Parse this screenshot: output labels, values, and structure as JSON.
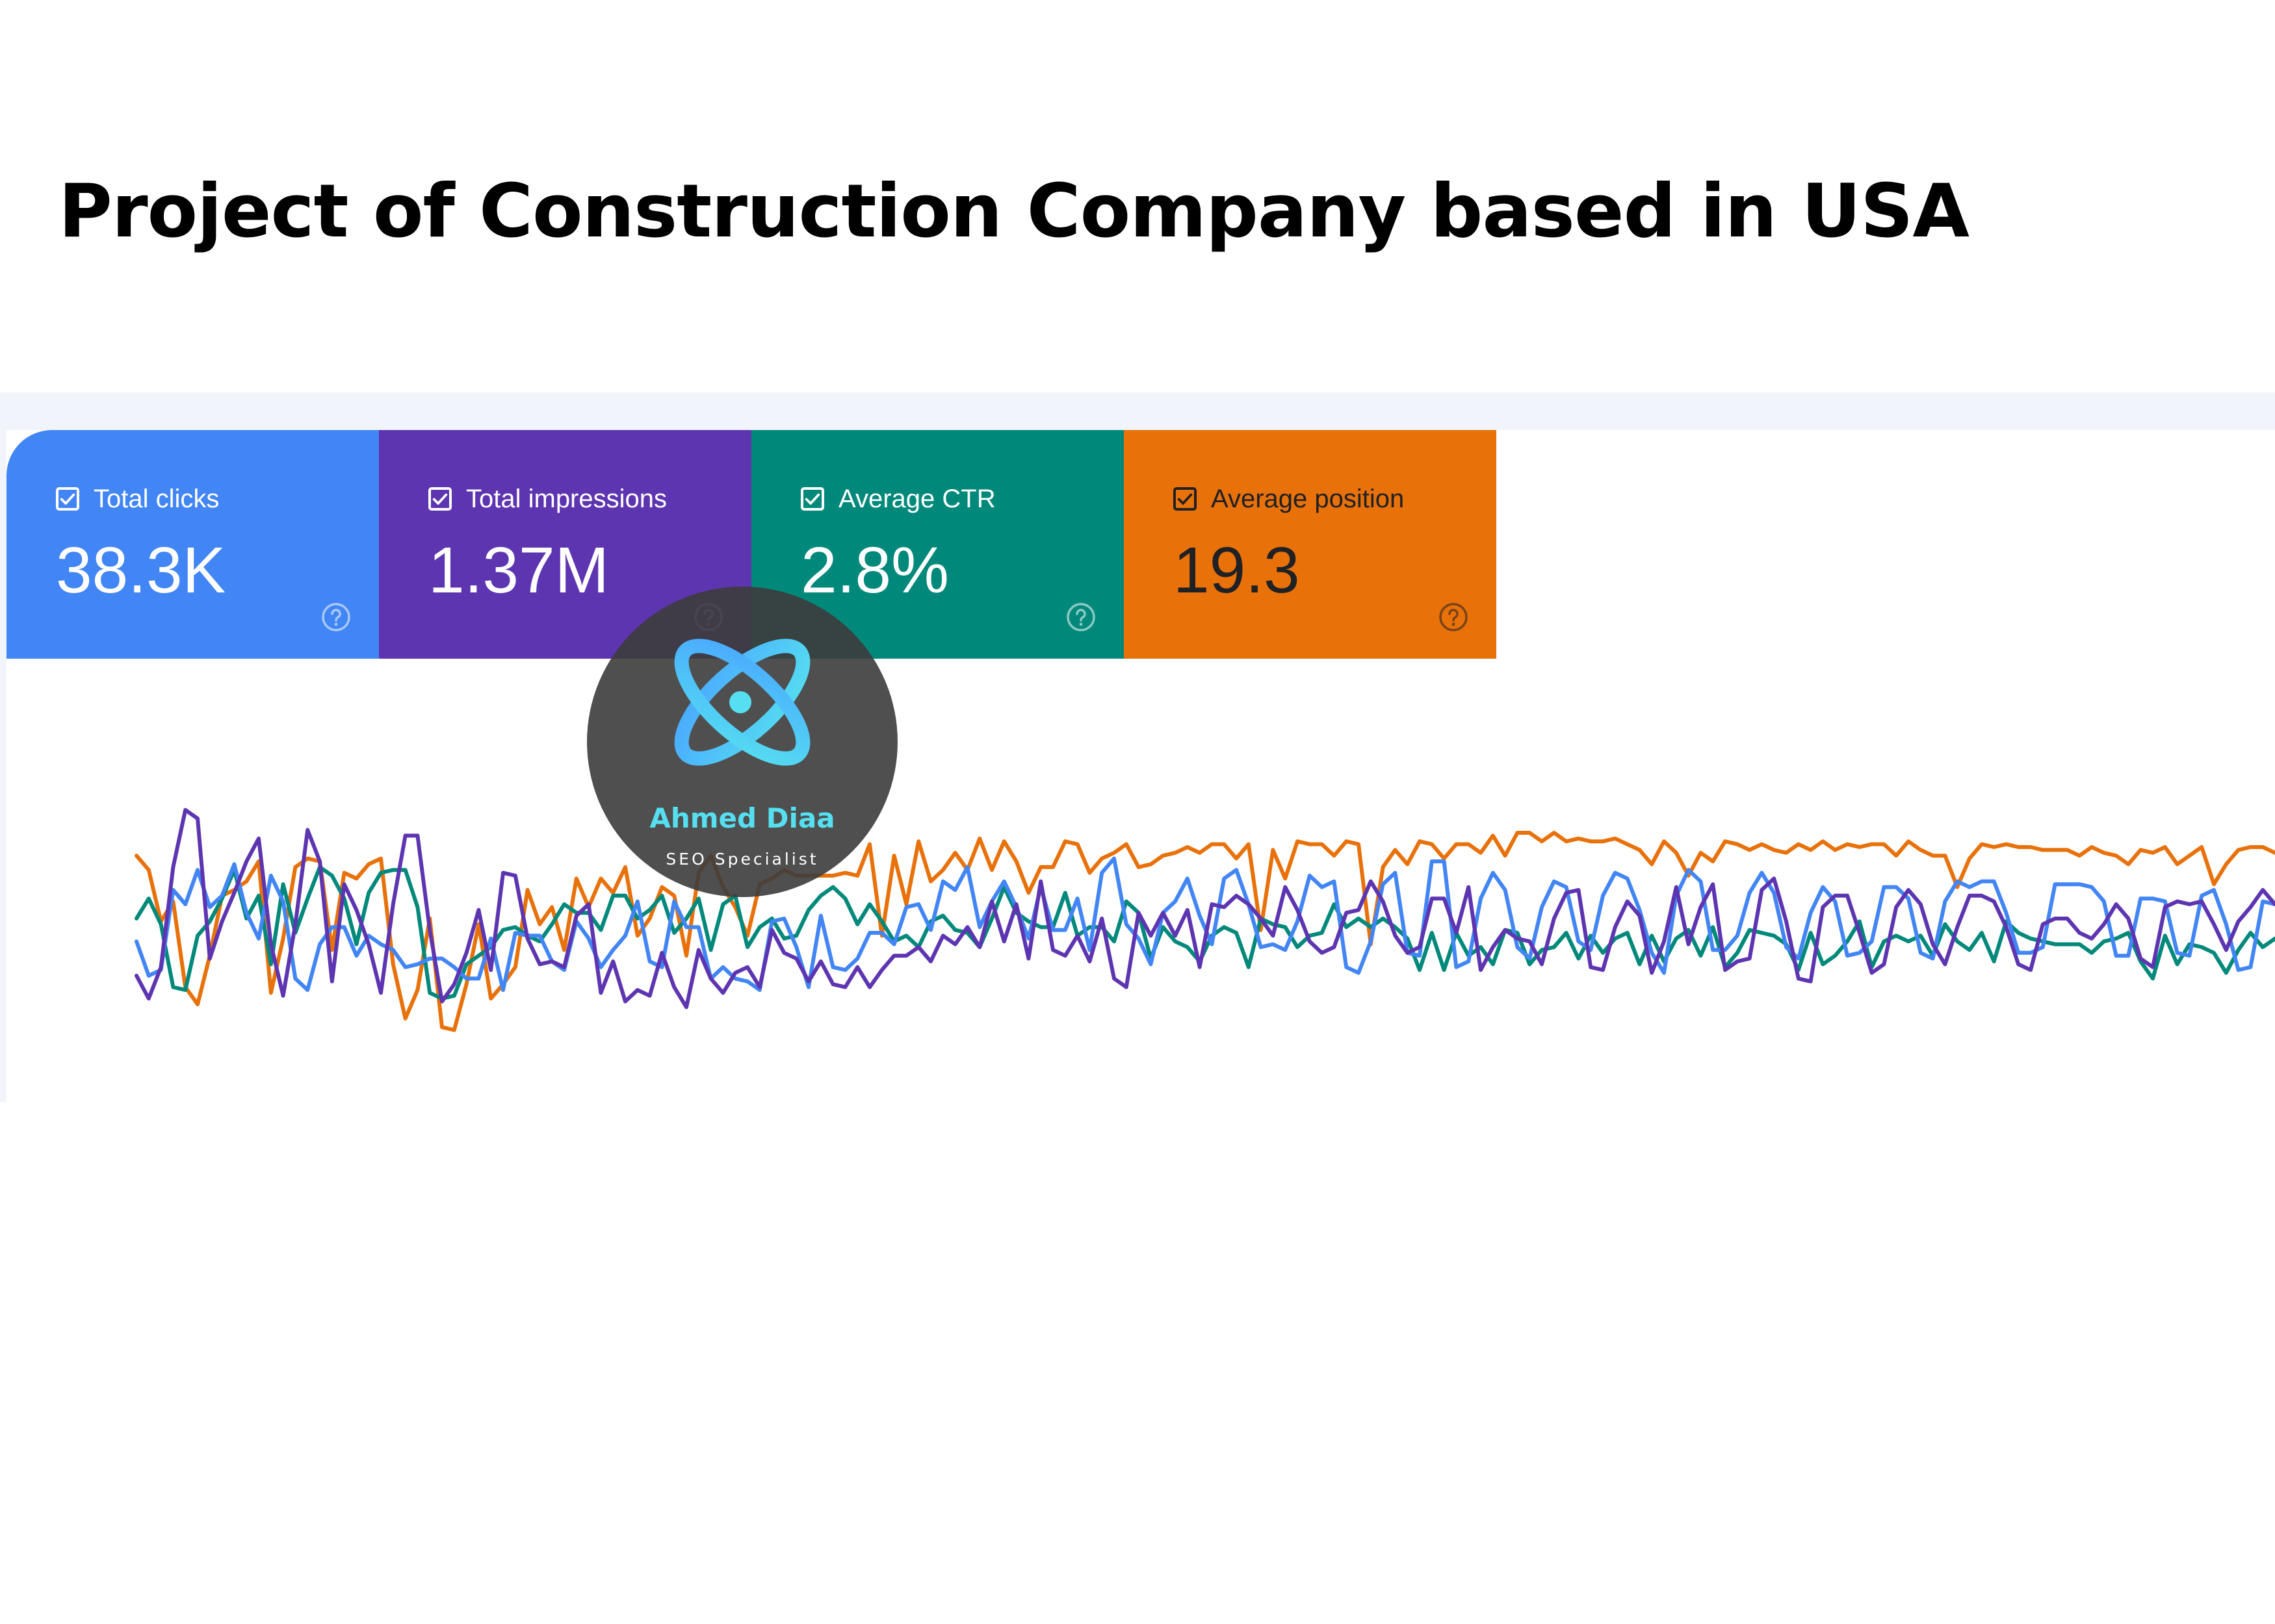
{
  "page": {
    "title": "Project of Construction Company based in USA"
  },
  "metrics": [
    {
      "label": "Total clicks",
      "value": "38.3K",
      "color": "#4285f4",
      "text_color": "#ffffff",
      "checked": true,
      "help_icon": "help-circle-icon"
    },
    {
      "label": "Total impressions",
      "value": "1.37M",
      "color": "#5e35b1",
      "text_color": "#ffffff",
      "checked": true,
      "help_icon": "help-circle-icon"
    },
    {
      "label": "Average CTR",
      "value": "2.8%",
      "color": "#00897b",
      "text_color": "#ffffff",
      "checked": true,
      "help_icon": "help-circle-icon"
    },
    {
      "label": "Average position",
      "value": "19.3",
      "color": "#e8710a",
      "text_color": "#202124",
      "checked": true,
      "help_icon": "help-circle-icon"
    }
  ],
  "watermark": {
    "name": "Ahmed Diaa",
    "role": "SEO Specialist",
    "icon": "orbit-logo-icon",
    "accent": "#55dff0"
  },
  "chart_data": {
    "type": "line",
    "title": "",
    "xlabel": "",
    "ylabel": "",
    "grid": false,
    "legend": "none",
    "x": "day index 0..175",
    "ylim": [
      0,
      100
    ],
    "series": [
      {
        "color": "#e8710a",
        "values": [
          62,
          57,
          39,
          46,
          16,
          10,
          27,
          48,
          50,
          53,
          60,
          14,
          33,
          58,
          61,
          60,
          29,
          56,
          54,
          59,
          61,
          24,
          5,
          15,
          40,
          2,
          1,
          17,
          38,
          12,
          17,
          23,
          50,
          38,
          44,
          29,
          54,
          44,
          54,
          49,
          58,
          34,
          40,
          51,
          48,
          27,
          56,
          62,
          51,
          44,
          34,
          52,
          54,
          57,
          55,
          55,
          55,
          55,
          56,
          55,
          66,
          34,
          62,
          45,
          67,
          53,
          57,
          63,
          57,
          68,
          57,
          67,
          60,
          49,
          58,
          58,
          67,
          66,
          56,
          61,
          63,
          66,
          58,
          59,
          62,
          63,
          65,
          63,
          66,
          66,
          61,
          66,
          36,
          64,
          54,
          67,
          66,
          66,
          62,
          67,
          66,
          31,
          58,
          64,
          59,
          67,
          66,
          61,
          66,
          66,
          63,
          69,
          62,
          70,
          70,
          67,
          70,
          67,
          68,
          67,
          67,
          68,
          66,
          64,
          59,
          67,
          63,
          55,
          63,
          60,
          67,
          66,
          64,
          66,
          64,
          63,
          66,
          64,
          67,
          64,
          66,
          65,
          66,
          66,
          62,
          67,
          64,
          62,
          62,
          51,
          61,
          66,
          65,
          66,
          65,
          65,
          64,
          64,
          64,
          62,
          65,
          63,
          62,
          59,
          64,
          63,
          65,
          59,
          62,
          65,
          52,
          59,
          64,
          65,
          65,
          63
        ]
      },
      {
        "color": "#00897b",
        "values": [
          40,
          47,
          38,
          16,
          15,
          34,
          39,
          47,
          57,
          40,
          48,
          24,
          52,
          35,
          47,
          58,
          55,
          47,
          31,
          49,
          56,
          57,
          57,
          44,
          14,
          12,
          13,
          24,
          27,
          30,
          36,
          37,
          34,
          32,
          38,
          45,
          42,
          42,
          36,
          48,
          48,
          40,
          43,
          48,
          35,
          40,
          47,
          29,
          45,
          48,
          30,
          37,
          40,
          33,
          34,
          43,
          48,
          51,
          47,
          38,
          45,
          39,
          32,
          34,
          30,
          39,
          41,
          36,
          35,
          30,
          40,
          51,
          42,
          39,
          37,
          37,
          49,
          34,
          37,
          37,
          32,
          46,
          42,
          26,
          37,
          32,
          30,
          25,
          34,
          37,
          35,
          23,
          40,
          38,
          37,
          30,
          34,
          35,
          45,
          37,
          40,
          37,
          40,
          37,
          33,
          22,
          35,
          22,
          35,
          27,
          30,
          24,
          36,
          35,
          24,
          29,
          30,
          35,
          26,
          34,
          28,
          33,
          35,
          24,
          34,
          25,
          33,
          36,
          27,
          37,
          23,
          28,
          36,
          35,
          34,
          31,
          22,
          35,
          24,
          27,
          32,
          39,
          23,
          32,
          34,
          32,
          34,
          27,
          38,
          32,
          29,
          35,
          25,
          39,
          35,
          33,
          32,
          31,
          31,
          31,
          28,
          32,
          33,
          35,
          25,
          19,
          34,
          24,
          31,
          30,
          28,
          21,
          29,
          35,
          30,
          33
        ]
      },
      {
        "color": "#4285f4",
        "values": [
          32,
          20,
          22,
          50,
          45,
          57,
          44,
          48,
          59,
          42,
          33,
          55,
          46,
          19,
          15,
          31,
          37,
          37,
          27,
          34,
          31,
          29,
          23,
          24,
          26,
          26,
          23,
          19,
          19,
          33,
          15,
          35,
          34,
          34,
          25,
          22,
          39,
          33,
          23,
          29,
          34,
          46,
          25,
          23,
          46,
          37,
          37,
          19,
          23,
          19,
          18,
          15,
          39,
          40,
          30,
          16,
          41,
          23,
          22,
          26,
          35,
          35,
          31,
          44,
          45,
          36,
          53,
          50,
          58,
          37,
          46,
          53,
          44,
          33,
          51,
          36,
          36,
          47,
          29,
          56,
          61,
          38,
          33,
          24,
          42,
          46,
          54,
          41,
          31,
          54,
          57,
          45,
          30,
          31,
          29,
          39,
          55,
          51,
          53,
          23,
          21,
          32,
          52,
          56,
          28,
          27,
          60,
          60,
          23,
          25,
          47,
          56,
          50,
          30,
          26,
          44,
          53,
          51,
          32,
          29,
          48,
          56,
          54,
          43,
          28,
          21,
          48,
          57,
          53,
          29,
          29,
          34,
          49,
          56,
          49,
          30,
          26,
          42,
          51,
          46,
          27,
          28,
          32,
          51,
          51,
          47,
          28,
          26,
          46,
          53,
          51,
          53,
          53,
          42,
          28,
          28,
          30,
          52,
          52,
          52,
          51,
          46,
          27,
          27,
          47,
          47,
          46,
          28,
          27,
          48,
          50,
          38,
          22,
          23,
          46,
          45
        ]
      },
      {
        "color": "#5e35b1",
        "values": [
          20,
          12,
          23,
          58,
          78,
          75,
          26,
          39,
          49,
          60,
          68,
          31,
          13,
          38,
          71,
          60,
          18,
          52,
          43,
          31,
          14,
          45,
          69,
          69,
          36,
          11,
          17,
          28,
          43,
          22,
          56,
          55,
          33,
          24,
          25,
          23,
          41,
          45,
          14,
          25,
          11,
          15,
          13,
          28,
          16,
          9,
          29,
          19,
          14,
          21,
          23,
          16,
          36,
          28,
          26,
          18,
          25,
          17,
          16,
          23,
          16,
          22,
          27,
          27,
          30,
          25,
          34,
          31,
          37,
          30,
          46,
          32,
          45,
          26,
          53,
          29,
          27,
          34,
          25,
          40,
          19,
          16,
          42,
          34,
          42,
          34,
          43,
          23,
          45,
          44,
          48,
          45,
          40,
          34,
          51,
          43,
          32,
          28,
          30,
          42,
          43,
          53,
          46,
          34,
          28,
          30,
          47,
          47,
          35,
          51,
          22,
          30,
          36,
          33,
          32,
          24,
          40,
          49,
          50,
          23,
          22,
          37,
          46,
          41,
          21,
          32,
          51,
          31,
          44,
          52,
          22,
          25,
          26,
          50,
          54,
          39,
          19,
          18,
          44,
          48,
          48,
          35,
          21,
          24,
          44,
          50,
          45,
          31,
          24,
          37,
          48,
          48,
          46,
          37,
          24,
          22,
          38,
          40,
          40,
          35,
          33,
          38,
          45,
          40,
          26,
          23,
          44,
          46,
          45,
          46,
          38,
          29,
          39,
          44,
          50,
          45
        ]
      }
    ]
  }
}
